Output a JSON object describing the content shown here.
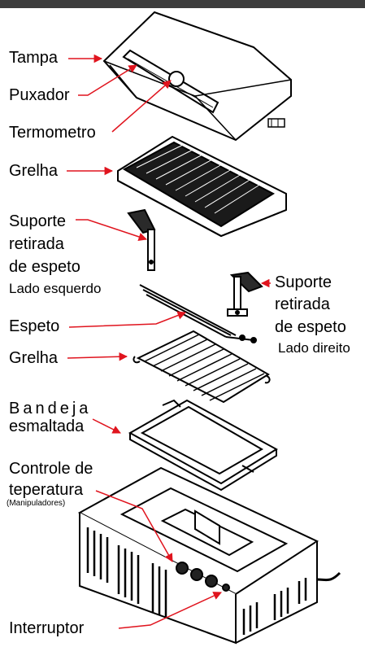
{
  "labels": {
    "tampa": "Tampa",
    "puxador": "Puxador",
    "termometro": "Termometro",
    "grelha_top": "Grelha",
    "suporte_esq_1": "Suporte",
    "suporte_esq_2": "retirada",
    "suporte_esq_3": "de espeto",
    "suporte_esq_4": "Lado esquerdo",
    "suporte_dir_1": "Suporte",
    "suporte_dir_2": "retirada",
    "suporte_dir_3": "de espeto",
    "suporte_dir_4": "Lado direito",
    "espeto": "Espeto",
    "grelha_bottom": "Grelha",
    "bandeja_1": "Bandeja",
    "bandeja_2": "esmaltada",
    "controle_1": "Controle de",
    "controle_2": "teperatura",
    "controle_3": "(Manipuladores)",
    "interruptor": "Interruptor"
  },
  "colors": {
    "leader": "#e0141e",
    "line": "#000000",
    "bar": "#3d3d3d"
  }
}
